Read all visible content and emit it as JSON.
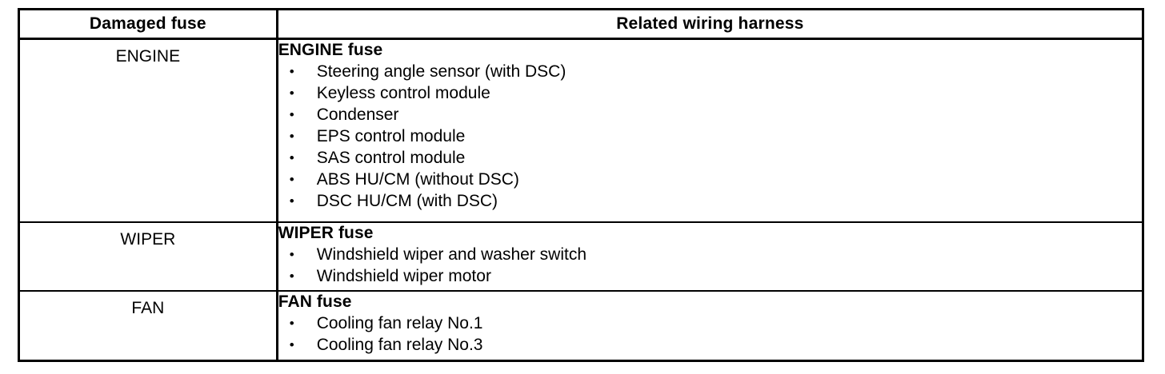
{
  "table": {
    "columns": [
      {
        "key": "damaged_fuse",
        "label": "Damaged fuse"
      },
      {
        "key": "related_wiring_harness",
        "label": "Related wiring harness"
      }
    ],
    "bullet_glyph": "•",
    "rows": [
      {
        "fuse": "ENGINE",
        "harness_title": "ENGINE fuse",
        "items": [
          "Steering angle sensor (with DSC)",
          "Keyless control module",
          "Condenser",
          "EPS control module",
          "SAS control module",
          "ABS HU/CM (without DSC)",
          "DSC HU/CM (with DSC)"
        ]
      },
      {
        "fuse": "WIPER",
        "harness_title": "WIPER fuse",
        "items": [
          "Windshield wiper and washer switch",
          "Windshield wiper motor"
        ]
      },
      {
        "fuse": "FAN",
        "harness_title": "FAN fuse",
        "items": [
          "Cooling fan relay No.1",
          "Cooling fan relay No.3"
        ]
      }
    ]
  },
  "colors": {
    "ink": "#000000",
    "paper": "#ffffff"
  }
}
